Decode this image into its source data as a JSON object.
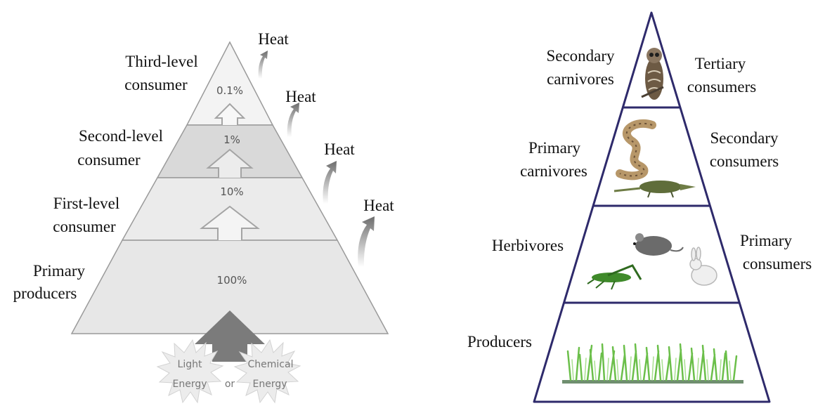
{
  "left_pyramid": {
    "levels": [
      {
        "label_lines": [
          "Third-level",
          "consumer"
        ],
        "percent": "0.1%"
      },
      {
        "label_lines": [
          "Second-level",
          "consumer"
        ],
        "percent": "1%"
      },
      {
        "label_lines": [
          "First-level",
          "consumer"
        ],
        "percent": "10%"
      },
      {
        "label_lines": [
          "Primary",
          "producers"
        ],
        "percent": "100%"
      }
    ],
    "heat_labels": [
      "Heat",
      "Heat",
      "Heat",
      "Heat"
    ],
    "energy_sources": {
      "light": [
        "Light",
        "Energy"
      ],
      "or": "or",
      "chemical": [
        "Chemical",
        "Energy"
      ]
    },
    "colors": {
      "tier_top": "#f3f3f3",
      "tier_second": "#d9d9d9",
      "tier_third": "#ebebeb",
      "tier_bottom": "#e7e7e7",
      "arrow": "#7b7b7b"
    }
  },
  "right_pyramid": {
    "levels": [
      {
        "left_lines": [
          "Secondary",
          "carnivores"
        ],
        "right_lines": [
          "Tertiary",
          "consumers"
        ],
        "icon": "owl-icon"
      },
      {
        "left_lines": [
          "Primary",
          "carnivores"
        ],
        "right_lines": [
          "Secondary",
          "consumers"
        ],
        "icon": "snake-and-shrew-icon"
      },
      {
        "left_lines": [
          "Herbivores"
        ],
        "right_lines": [
          "Primary",
          "consumers"
        ],
        "icon": "mouse-grasshopper-rabbit-icon"
      },
      {
        "left_lines": [
          "Producers"
        ],
        "right_lines": [],
        "icon": "grass-icon"
      }
    ],
    "colors": {
      "outline": "#2e2a6b",
      "grass": "#6bbf4a"
    }
  }
}
